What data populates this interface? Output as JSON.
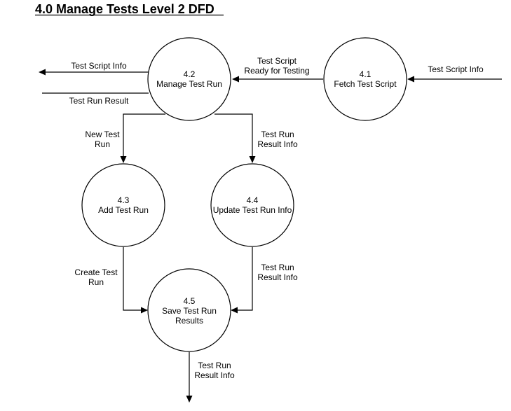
{
  "title": "4.0 Manage Tests Level 2 DFD",
  "processes": {
    "p41": {
      "number": "4.1",
      "name": "Fetch Test Script"
    },
    "p42": {
      "number": "4.2",
      "name": "Manage Test Run"
    },
    "p43": {
      "number": "4.3",
      "name": "Add Test Run"
    },
    "p44": {
      "number": "4.4",
      "name": "Update Test Run Info"
    },
    "p45": {
      "number": "4.5",
      "name_line1": "Save Test Run",
      "name_line2": "Results"
    }
  },
  "flows": {
    "script_in": "Test Script Info",
    "script_ready": {
      "line1": "Test Script",
      "line2": "Ready for Testing"
    },
    "script_out": "Test Script Info",
    "run_result": "Test Run Result",
    "new_run": {
      "line1": "New Test",
      "line2": "Run"
    },
    "result_info_a": {
      "line1": "Test Run",
      "line2": "Result Info"
    },
    "create_run": {
      "line1": "Create Test",
      "line2": "Run"
    },
    "result_info_b": {
      "line1": "Test Run",
      "line2": "Result Info"
    },
    "result_info_out": {
      "line1": "Test Run",
      "line2": "Result Info"
    }
  }
}
